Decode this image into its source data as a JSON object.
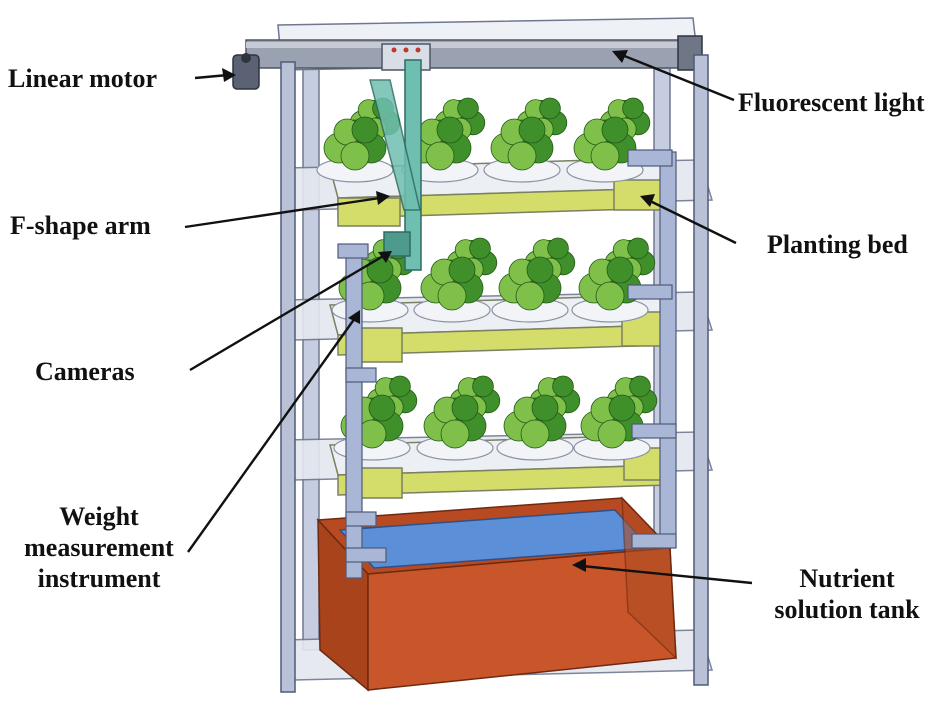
{
  "labels": {
    "linear_motor": "Linear motor",
    "fluorescent_light": "Fluorescent light",
    "f_shape_arm": "F-shape arm",
    "planting_bed": "Planting bed",
    "cameras": "Cameras",
    "weight_line1": "Weight",
    "weight_line2": "measurement",
    "weight_line3": "instrument",
    "nutrient_line1": "Nutrient",
    "nutrient_line2": "solution tank"
  },
  "colors": {
    "frame": "#b9c1d6",
    "frame_dark": "#6f7890",
    "shelf": "#dfe3ea",
    "bed": "#d4dd6a",
    "bed_dark": "#9aa63a",
    "arm": "#6fbfb0",
    "tank": "#c9562a",
    "tank_dark": "#8f3716",
    "water": "#5b8fd8",
    "plant": "#3f8f2a",
    "plant_light": "#7fc04a",
    "pot": "#f2f4f7",
    "pipe": "#a9b6d6",
    "leader": "#111111"
  }
}
